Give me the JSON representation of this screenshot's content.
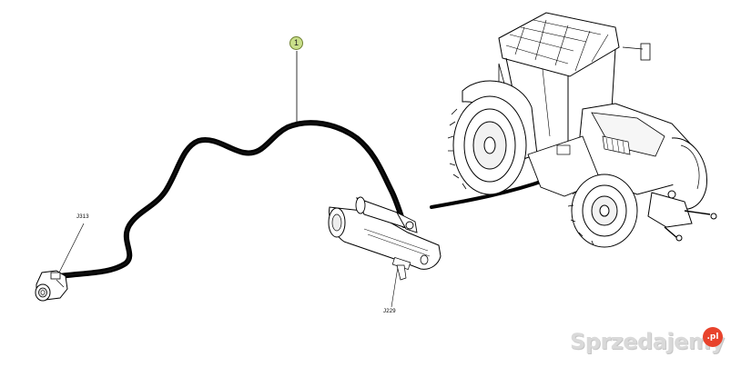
{
  "diagram": {
    "callout_number": "1",
    "connector_left_label": "J313",
    "connector_right_label": "J229",
    "colors": {
      "harness": "#000000",
      "callout_fill": "#c9df8a",
      "watermark_text": "#d9d9d9",
      "watermark_badge": "#e8432c"
    },
    "parts": [
      "wiring-harness",
      "connector-j313",
      "starter-motor",
      "tractor"
    ]
  },
  "watermark": {
    "text": "Sprzedajemy",
    "badge": ".pl"
  }
}
